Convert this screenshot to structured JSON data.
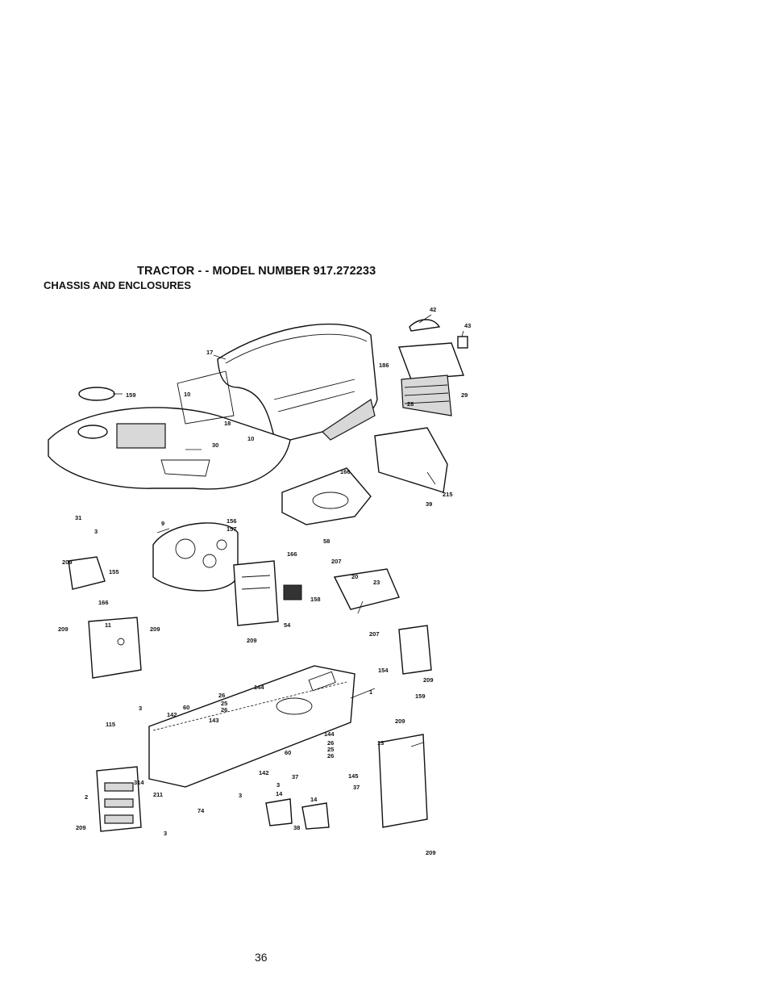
{
  "header": {
    "title": "TRACTOR - - MODEL NUMBER 917.272233",
    "subtitle": "CHASSIS AND ENCLOSURES"
  },
  "diagram": {
    "callouts": [
      "42",
      "43",
      "17",
      "186",
      "29",
      "28",
      "159",
      "10",
      "18",
      "30",
      "10",
      "166",
      "215",
      "39",
      "31",
      "3",
      "9",
      "156",
      "157",
      "58",
      "166",
      "209",
      "155",
      "166",
      "207",
      "20",
      "23",
      "158",
      "54",
      "209",
      "207",
      "11",
      "209",
      "209",
      "154",
      "209",
      "159",
      "144",
      "26",
      "25",
      "26",
      "1",
      "3",
      "142",
      "60",
      "115",
      "143",
      "209",
      "144",
      "60",
      "26",
      "25",
      "26",
      "13",
      "142",
      "37",
      "145",
      "37",
      "3",
      "314",
      "2",
      "211",
      "3",
      "74",
      "14",
      "14",
      "38",
      "209",
      "3",
      "209"
    ]
  },
  "footer": {
    "page_number": "36"
  }
}
